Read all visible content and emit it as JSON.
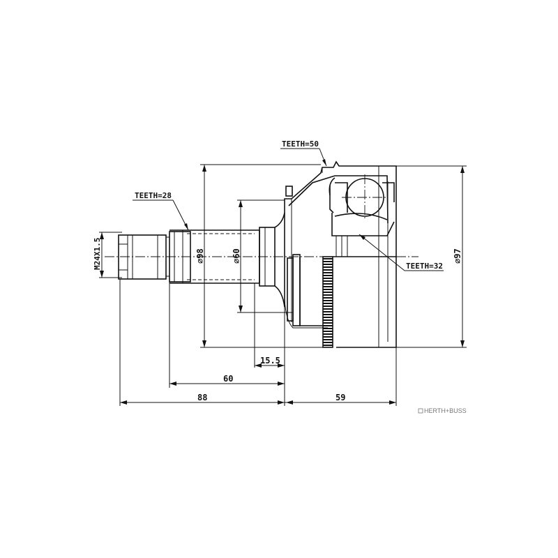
{
  "labels": {
    "teeth_outer": "TEETH=50",
    "teeth_shaft": "TEETH=28",
    "teeth_inner": "TEETH=32",
    "thread": "M24X1.5"
  },
  "dimensions": {
    "dia_98": "⌀98",
    "dia_60": "⌀60",
    "dia_97": "⌀97",
    "len_15_5": "15.5",
    "len_60": "60",
    "len_88": "88",
    "len_59": "59"
  },
  "brand": {
    "icon": "herth-buss-logo-icon",
    "name": "HERTH+BUSS"
  }
}
